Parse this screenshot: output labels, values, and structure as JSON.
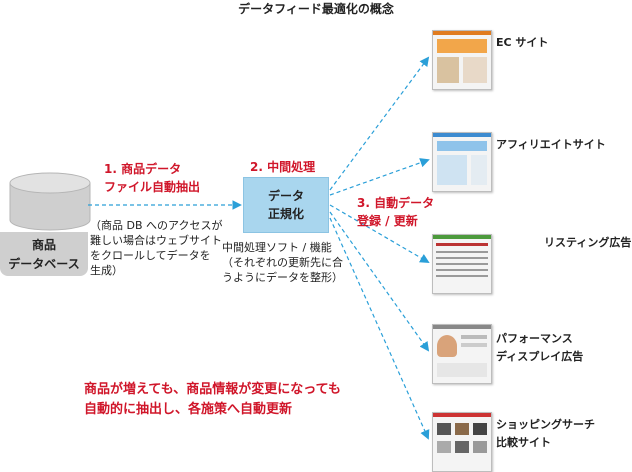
{
  "title": "データフィード最適化の概念",
  "source": {
    "line1": "商品",
    "line2": "データベース"
  },
  "step1": {
    "line1": "1. 商品データ",
    "line2": "ファイル自動抽出"
  },
  "note1": [
    "（商品 DB へのアクセスが",
    "難しい場合はウェブサイト",
    "をクロールしてデータを",
    "生成）"
  ],
  "step2": {
    "label": "2. 中間処理"
  },
  "normalize": {
    "line1": "データ",
    "line2": "正規化"
  },
  "note2": [
    "中間処理ソフト / 機能",
    "（それぞれの更新先に合",
    "うようにデータを整形）"
  ],
  "step3": {
    "line1": "3. 自動データ",
    "line2": "登録 / 更新"
  },
  "destinations": [
    {
      "label": "EC サイト"
    },
    {
      "label": "アフィリエイトサイト"
    },
    {
      "label": "リスティング広告"
    },
    {
      "label": "パフォーマンス",
      "label2": "ディスプレイ広告"
    },
    {
      "label": "ショッピングサーチ",
      "label2": "比較サイト"
    }
  ],
  "summary": {
    "line1": "商品が増えても、商品情報が変更になっても",
    "line2": "自動的に抽出し、各施策へ自動更新"
  },
  "colors": {
    "accent_red": "#d0162a",
    "arrow_blue": "#2a9fd8",
    "box_blue": "#a9d6ee",
    "cylinder_gray": "#cfcfcf"
  }
}
